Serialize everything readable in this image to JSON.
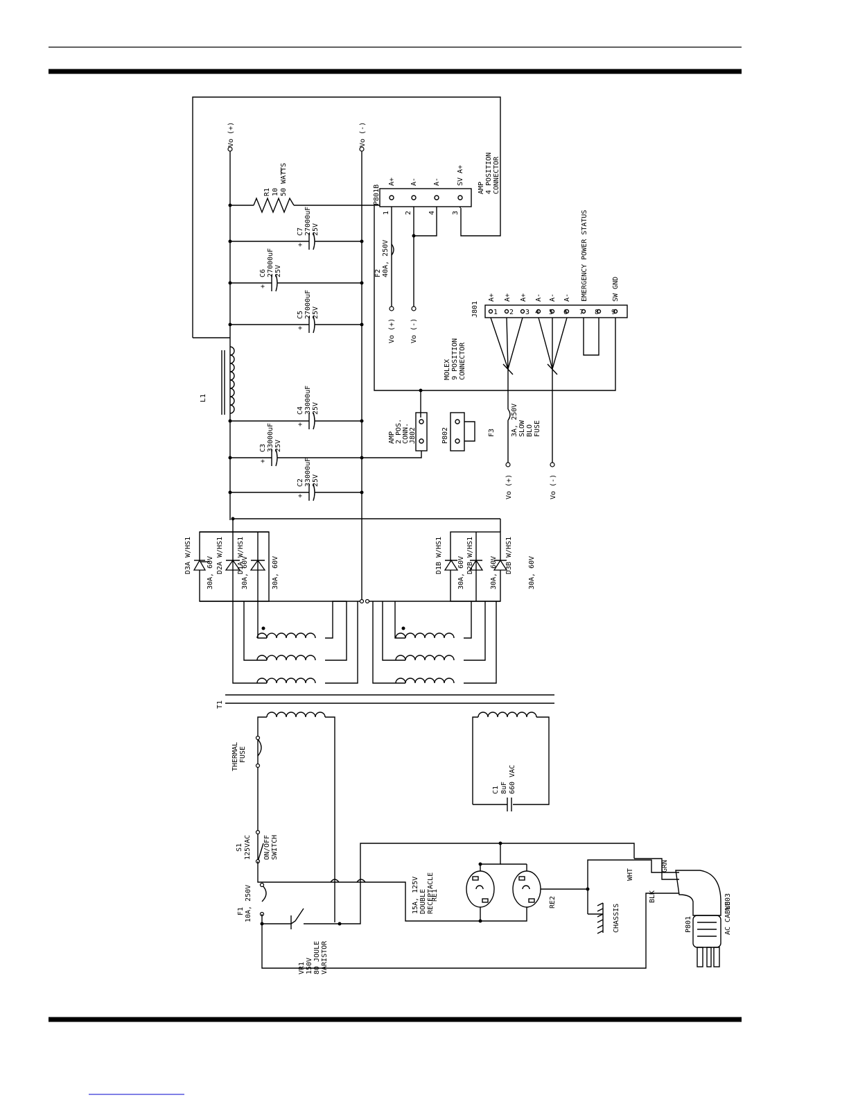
{
  "labels": {
    "vo_pos_top": "Vo (+)",
    "vo_neg_top": "Vo (-)",
    "r1_name": "R1",
    "r1_ohm": "10",
    "r1_omega": "^",
    "r1_watts": "50 WATTS",
    "amp4_l1": "AMP",
    "amp4_l2": "4 POSITION",
    "amp4_l3": "CONNECTOR",
    "p801b": "P801B",
    "p_a1": "A+",
    "p_a2": "A-",
    "p_a3": "A-",
    "p_a4": "SV A+",
    "pin1": "1",
    "pin2": "2",
    "pin4": "4",
    "pin3": "3",
    "c7_l1": "C7",
    "c7_l2": "27000uF",
    "c7_l3": "25V",
    "c6_l1": "C6",
    "c6_l2": "27000uF",
    "c6_l3": "25V",
    "c5_l1": "C5",
    "c5_l2": "27000uF",
    "c5_l3": "25V",
    "c4_l1": "C4",
    "c4_l2": "33000uF",
    "c4_l3": "25V",
    "c3_l1": "C3",
    "c3_l2": "33000uF",
    "c3_l3": "25V",
    "c2_l1": "C2",
    "c2_l2": "33000uF",
    "c2_l3": "25V",
    "plus": "+",
    "f2_name": "F2",
    "f2_val": "40A, 250V",
    "vo_pos_mid": "Vo (+)",
    "vo_neg_mid": "Vo (-)",
    "j801": "J801",
    "j_1": "1",
    "j_2": "2",
    "j_3": "3",
    "j_4": "4",
    "j_5": "5",
    "j_6": "6",
    "j_7": "7",
    "j_8": "8",
    "j_9": "9",
    "j_a1": "A+",
    "j_a2": "A+",
    "j_a3": "A+",
    "j_a4": "A-",
    "j_a5": "A-",
    "j_a6": "A-",
    "eps": "EMERGENCY POWER STATUS",
    "swgnd": "SW GND",
    "molex_l1": "MOLEX",
    "molex_l2": "9 POSITION",
    "molex_l3": "CONNECTOR",
    "l1": "L1",
    "amp2_l1": "AMP",
    "amp2_l2": "2 POS.",
    "amp2_l3": "CONN.",
    "amp2_l4": "J802",
    "p802": "P802",
    "f3_name": "F3",
    "f3_val": "3A, 250V",
    "f3_slow": "SLOW",
    "f3_blo": "BLO",
    "f3_fuse": "FUSE",
    "vo_pos_bot": "Vo (+)",
    "vo_neg_bot": "Vo (-)",
    "d3a_l1": "D3A W/HS1",
    "d3a_l2": "30A, 60V",
    "d2a_l1": "D2A W/HS1",
    "d2a_l2": "30A, 60V",
    "d1a_l1": "D1A W/HS1",
    "d1a_l2": "30A, 60V",
    "d1b_l1": "D1B W/HS1",
    "d1b_l2": "30A, 60V",
    "d2b_l1": "D2B W/HS1",
    "d2b_l2": "30A, 60V",
    "d3b_l1": "D3B W/HS1",
    "d3b_l2": "30A, 60V",
    "t1": "T1",
    "thermal_l1": "THERMAL",
    "thermal_l2": "FUSE",
    "c1_l1": "C1",
    "c1_l2": "8uF",
    "c1_l3": "660 VAC",
    "s1_l1": "S1",
    "s1_l2": "125VAC",
    "s1_l3": "ON/OFF",
    "s1_l4": "SWITCH",
    "f1_l1": "F1",
    "f1_l2": "10A, 250V",
    "vr1_l1": "VR1",
    "vr1_l2": "150V",
    "vr1_l3": "80 JOULE",
    "vr1_l4": "VARISTOR",
    "re_l1": "15A, 125V",
    "re_l2": "DOUBLE",
    "re_l3": "RECEPTACLE",
    "re1": "RE1",
    "re2": "RE2",
    "chassis": "CHASSIS",
    "wht": "WHT",
    "grn": "GRN",
    "blk": "BLK",
    "p801": "P801",
    "w803": "W803",
    "ac_cable": "AC CABLE"
  },
  "colors": {
    "ink": "#000000",
    "paper": "#ffffff"
  }
}
